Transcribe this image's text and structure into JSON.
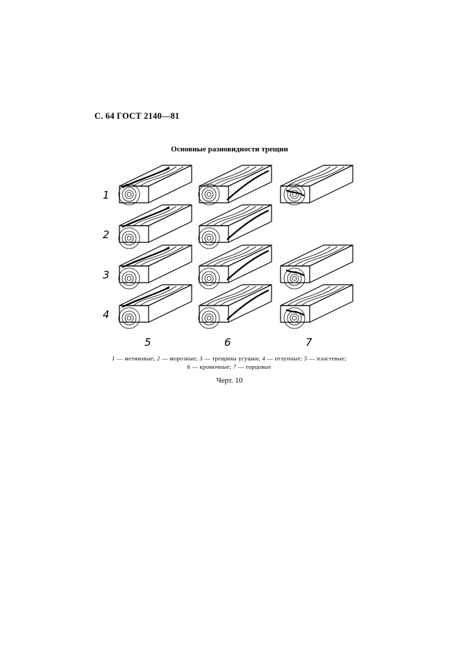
{
  "header": {
    "text": "С. 64 ГОСТ 2140—81"
  },
  "figure": {
    "title": "Основные разновидности трещин",
    "row_labels": [
      "1",
      "2",
      "3",
      "4"
    ],
    "column_labels": [
      "5",
      "6",
      "7"
    ]
  },
  "caption": {
    "items": [
      {
        "num": "1",
        "text": "— метиковые;"
      },
      {
        "num": "2",
        "text": "— морозные;"
      },
      {
        "num": "3",
        "text": "— трещины усушки;"
      },
      {
        "num": "4",
        "text": "— отлупные;"
      },
      {
        "num": "5",
        "text": "— пластевые;"
      },
      {
        "num": "6",
        "text": "— кромочные;"
      },
      {
        "num": "7",
        "text": "— торцовые"
      }
    ]
  },
  "figure_label": "Черт. 10"
}
